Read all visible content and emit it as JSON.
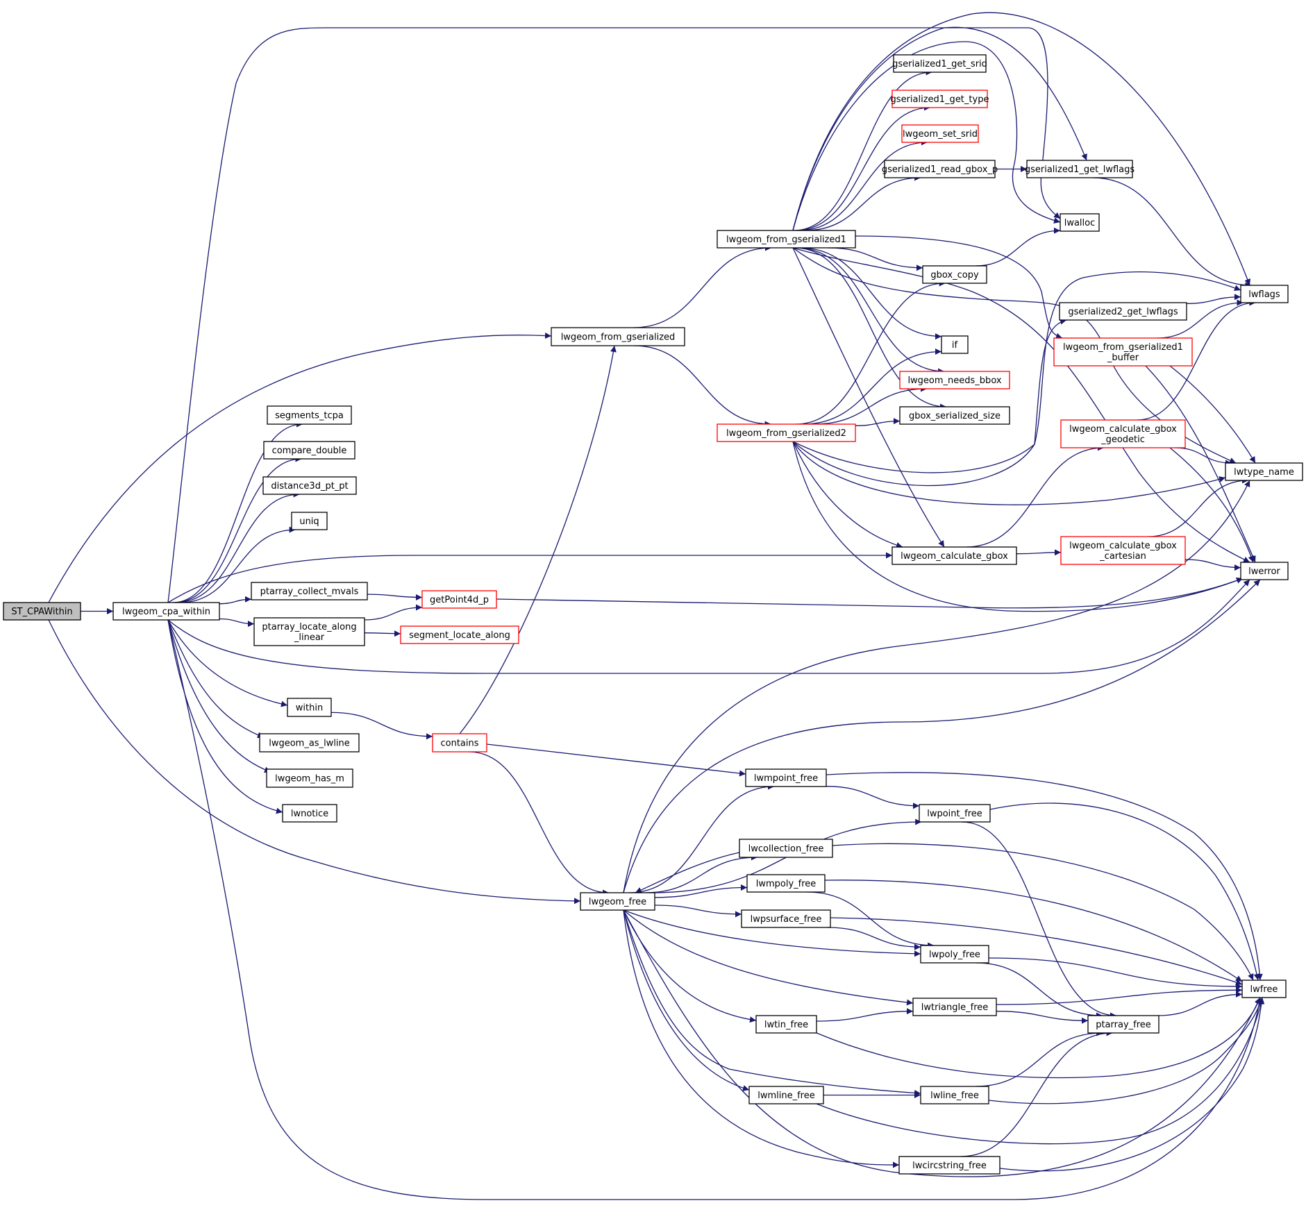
{
  "diagram": {
    "title": "Call graph of ST_CPAWithin",
    "colors": {
      "edge": "#191970",
      "node_border": "#000000",
      "node_border_incomplete": "#ff0000",
      "root_fill": "#bfbfbf",
      "node_fill": "#ffffff"
    },
    "nodes": [
      {
        "id": "ST_CPAWithin",
        "label": [
          "ST_CPAWithin"
        ],
        "style": "root"
      },
      {
        "id": "lwgeom_cpa_within",
        "label": [
          "lwgeom_cpa_within"
        ],
        "style": "normal"
      },
      {
        "id": "lwgeom_from_gserialized",
        "label": [
          "lwgeom_from_gserialized"
        ],
        "style": "normal"
      },
      {
        "id": "segments_tcpa",
        "label": [
          "segments_tcpa"
        ],
        "style": "normal"
      },
      {
        "id": "compare_double",
        "label": [
          "compare_double"
        ],
        "style": "normal"
      },
      {
        "id": "distance3d_pt_pt",
        "label": [
          "distance3d_pt_pt"
        ],
        "style": "normal"
      },
      {
        "id": "uniq",
        "label": [
          "uniq"
        ],
        "style": "normal"
      },
      {
        "id": "ptarray_collect_mvals",
        "label": [
          "ptarray_collect_mvals"
        ],
        "style": "normal"
      },
      {
        "id": "ptarray_locate_along_linear",
        "label": [
          "ptarray_locate_along",
          "_linear"
        ],
        "style": "normal"
      },
      {
        "id": "getPoint4d_p",
        "label": [
          "getPoint4d_p"
        ],
        "style": "incomplete"
      },
      {
        "id": "segment_locate_along",
        "label": [
          "segment_locate_along"
        ],
        "style": "incomplete"
      },
      {
        "id": "within",
        "label": [
          "within"
        ],
        "style": "normal"
      },
      {
        "id": "contains",
        "label": [
          "contains"
        ],
        "style": "incomplete"
      },
      {
        "id": "lwgeom_as_lwline",
        "label": [
          "lwgeom_as_lwline"
        ],
        "style": "normal"
      },
      {
        "id": "lwgeom_has_m",
        "label": [
          "lwgeom_has_m"
        ],
        "style": "normal"
      },
      {
        "id": "lwnotice",
        "label": [
          "lwnotice"
        ],
        "style": "normal"
      },
      {
        "id": "lwgeom_from_gserialized1",
        "label": [
          "lwgeom_from_gserialized1"
        ],
        "style": "normal"
      },
      {
        "id": "lwgeom_from_gserialized2",
        "label": [
          "lwgeom_from_gserialized2"
        ],
        "style": "incomplete"
      },
      {
        "id": "gserialized1_get_srid",
        "label": [
          "gserialized1_get_srid"
        ],
        "style": "normal"
      },
      {
        "id": "gserialized1_get_type",
        "label": [
          "gserialized1_get_type"
        ],
        "style": "incomplete"
      },
      {
        "id": "lwgeom_set_srid",
        "label": [
          "lwgeom_set_srid"
        ],
        "style": "incomplete"
      },
      {
        "id": "gserialized1_read_gbox_p",
        "label": [
          "gserialized1_read_gbox_p"
        ],
        "style": "normal"
      },
      {
        "id": "gserialized1_get_lwflags",
        "label": [
          "gserialized1_get_lwflags"
        ],
        "style": "normal"
      },
      {
        "id": "lwalloc",
        "label": [
          "lwalloc"
        ],
        "style": "normal"
      },
      {
        "id": "gbox_copy",
        "label": [
          "gbox_copy"
        ],
        "style": "normal"
      },
      {
        "id": "if",
        "label": [
          "if"
        ],
        "style": "normal"
      },
      {
        "id": "lwgeom_needs_bbox",
        "label": [
          "lwgeom_needs_bbox"
        ],
        "style": "incomplete"
      },
      {
        "id": "gbox_serialized_size",
        "label": [
          "gbox_serialized_size"
        ],
        "style": "normal"
      },
      {
        "id": "lwgeom_calculate_gbox",
        "label": [
          "lwgeom_calculate_gbox"
        ],
        "style": "normal"
      },
      {
        "id": "lwflags",
        "label": [
          "lwflags"
        ],
        "style": "normal"
      },
      {
        "id": "gserialized2_get_lwflags",
        "label": [
          "gserialized2_get_lwflags"
        ],
        "style": "normal"
      },
      {
        "id": "lwgeom_from_gserialized1_buffer",
        "label": [
          "lwgeom_from_gserialized1",
          "_buffer"
        ],
        "style": "incomplete"
      },
      {
        "id": "lwgeom_calculate_gbox_geodetic",
        "label": [
          "lwgeom_calculate_gbox",
          "_geodetic"
        ],
        "style": "incomplete"
      },
      {
        "id": "lwgeom_calculate_gbox_cartesian",
        "label": [
          "lwgeom_calculate_gbox",
          "_cartesian"
        ],
        "style": "incomplete"
      },
      {
        "id": "lwtype_name",
        "label": [
          "lwtype_name"
        ],
        "style": "normal"
      },
      {
        "id": "lwerror",
        "label": [
          "lwerror"
        ],
        "style": "normal"
      },
      {
        "id": "lwgeom_free",
        "label": [
          "lwgeom_free"
        ],
        "style": "normal"
      },
      {
        "id": "lwmpoint_free",
        "label": [
          "lwmpoint_free"
        ],
        "style": "normal"
      },
      {
        "id": "lwpoint_free",
        "label": [
          "lwpoint_free"
        ],
        "style": "normal"
      },
      {
        "id": "lwcollection_free",
        "label": [
          "lwcollection_free"
        ],
        "style": "normal"
      },
      {
        "id": "lwmpoly_free",
        "label": [
          "lwmpoly_free"
        ],
        "style": "normal"
      },
      {
        "id": "lwpsurface_free",
        "label": [
          "lwpsurface_free"
        ],
        "style": "normal"
      },
      {
        "id": "lwpoly_free",
        "label": [
          "lwpoly_free"
        ],
        "style": "normal"
      },
      {
        "id": "lwtriangle_free",
        "label": [
          "lwtriangle_free"
        ],
        "style": "normal"
      },
      {
        "id": "lwtin_free",
        "label": [
          "lwtin_free"
        ],
        "style": "normal"
      },
      {
        "id": "ptarray_free",
        "label": [
          "ptarray_free"
        ],
        "style": "normal"
      },
      {
        "id": "lwmline_free",
        "label": [
          "lwmline_free"
        ],
        "style": "normal"
      },
      {
        "id": "lwline_free",
        "label": [
          "lwline_free"
        ],
        "style": "normal"
      },
      {
        "id": "lwcircstring_free",
        "label": [
          "lwcircstring_free"
        ],
        "style": "normal"
      },
      {
        "id": "lwfree",
        "label": [
          "lwfree"
        ],
        "style": "normal"
      }
    ],
    "edges": [
      [
        "ST_CPAWithin",
        "lwgeom_cpa_within"
      ],
      [
        "ST_CPAWithin",
        "lwgeom_from_gserialized"
      ],
      [
        "ST_CPAWithin",
        "lwgeom_free"
      ],
      [
        "lwgeom_cpa_within",
        "segments_tcpa"
      ],
      [
        "lwgeom_cpa_within",
        "compare_double"
      ],
      [
        "lwgeom_cpa_within",
        "distance3d_pt_pt"
      ],
      [
        "lwgeom_cpa_within",
        "uniq"
      ],
      [
        "lwgeom_cpa_within",
        "lwgeom_calculate_gbox"
      ],
      [
        "lwgeom_cpa_within",
        "ptarray_collect_mvals"
      ],
      [
        "lwgeom_cpa_within",
        "ptarray_locate_along_linear"
      ],
      [
        "lwgeom_cpa_within",
        "lwerror"
      ],
      [
        "lwgeom_cpa_within",
        "within"
      ],
      [
        "lwgeom_cpa_within",
        "lwgeom_as_lwline"
      ],
      [
        "lwgeom_cpa_within",
        "lwgeom_has_m"
      ],
      [
        "lwgeom_cpa_within",
        "lwnotice"
      ],
      [
        "lwgeom_cpa_within",
        "lwalloc"
      ],
      [
        "lwgeom_cpa_within",
        "lwfree"
      ],
      [
        "lwgeom_from_gserialized",
        "lwgeom_from_gserialized1"
      ],
      [
        "lwgeom_from_gserialized",
        "lwgeom_from_gserialized2"
      ],
      [
        "lwgeom_from_gserialized1",
        "gserialized1_get_srid"
      ],
      [
        "lwgeom_from_gserialized1",
        "gserialized1_get_type"
      ],
      [
        "lwgeom_from_gserialized1",
        "lwgeom_set_srid"
      ],
      [
        "lwgeom_from_gserialized1",
        "gserialized1_read_gbox_p"
      ],
      [
        "lwgeom_from_gserialized1",
        "gserialized1_get_lwflags"
      ],
      [
        "lwgeom_from_gserialized1",
        "lwflags"
      ],
      [
        "lwgeom_from_gserialized1",
        "lwalloc"
      ],
      [
        "lwgeom_from_gserialized1",
        "gbox_copy"
      ],
      [
        "lwgeom_from_gserialized1",
        "if"
      ],
      [
        "lwgeom_from_gserialized1",
        "lwgeom_needs_bbox"
      ],
      [
        "lwgeom_from_gserialized1",
        "gbox_serialized_size"
      ],
      [
        "lwgeom_from_gserialized1",
        "lwgeom_calculate_gbox"
      ],
      [
        "lwgeom_from_gserialized1",
        "lwgeom_from_gserialized1_buffer"
      ],
      [
        "lwgeom_from_gserialized1",
        "lwtype_name"
      ],
      [
        "lwgeom_from_gserialized1",
        "lwerror"
      ],
      [
        "gserialized1_read_gbox_p",
        "gserialized1_get_lwflags"
      ],
      [
        "gserialized1_get_lwflags",
        "lwflags"
      ],
      [
        "gbox_copy",
        "lwalloc"
      ],
      [
        "lwgeom_from_gserialized2",
        "gbox_copy"
      ],
      [
        "lwgeom_from_gserialized2",
        "if"
      ],
      [
        "lwgeom_from_gserialized2",
        "lwgeom_needs_bbox"
      ],
      [
        "lwgeom_from_gserialized2",
        "gbox_serialized_size"
      ],
      [
        "lwgeom_from_gserialized2",
        "lwflags"
      ],
      [
        "lwgeom_from_gserialized2",
        "gserialized2_get_lwflags"
      ],
      [
        "lwgeom_from_gserialized2",
        "lwtype_name"
      ],
      [
        "lwgeom_from_gserialized2",
        "lwgeom_calculate_gbox"
      ],
      [
        "lwgeom_from_gserialized2",
        "lwerror"
      ],
      [
        "gserialized2_get_lwflags",
        "lwflags"
      ],
      [
        "lwgeom_from_gserialized1_buffer",
        "lwflags"
      ],
      [
        "lwgeom_from_gserialized1_buffer",
        "lwtype_name"
      ],
      [
        "lwgeom_from_gserialized1_buffer",
        "lwerror"
      ],
      [
        "lwgeom_calculate_gbox",
        "lwgeom_calculate_gbox_geodetic"
      ],
      [
        "lwgeom_calculate_gbox",
        "lwgeom_calculate_gbox_cartesian"
      ],
      [
        "lwgeom_calculate_gbox_geodetic",
        "lwflags"
      ],
      [
        "lwgeom_calculate_gbox_geodetic",
        "lwtype_name"
      ],
      [
        "lwgeom_calculate_gbox_geodetic",
        "lwerror"
      ],
      [
        "lwgeom_calculate_gbox_cartesian",
        "lwtype_name"
      ],
      [
        "lwgeom_calculate_gbox_cartesian",
        "lwerror"
      ],
      [
        "ptarray_collect_mvals",
        "getPoint4d_p"
      ],
      [
        "ptarray_locate_along_linear",
        "getPoint4d_p"
      ],
      [
        "ptarray_locate_along_linear",
        "segment_locate_along"
      ],
      [
        "getPoint4d_p",
        "lwerror"
      ],
      [
        "within",
        "contains"
      ],
      [
        "contains",
        "lwgeom_from_gserialized"
      ],
      [
        "contains",
        "lwmpoint_free"
      ],
      [
        "contains",
        "lwgeom_free"
      ],
      [
        "lwgeom_free",
        "lwtype_name"
      ],
      [
        "lwgeom_free",
        "lwerror"
      ],
      [
        "lwgeom_free",
        "lwmpoint_free"
      ],
      [
        "lwgeom_free",
        "lwpoint_free"
      ],
      [
        "lwgeom_free",
        "lwcollection_free"
      ],
      [
        "lwgeom_free",
        "lwmpoly_free"
      ],
      [
        "lwgeom_free",
        "lwpsurface_free"
      ],
      [
        "lwgeom_free",
        "lwpoly_free"
      ],
      [
        "lwgeom_free",
        "lwtriangle_free"
      ],
      [
        "lwgeom_free",
        "lwtin_free"
      ],
      [
        "lwgeom_free",
        "lwline_free"
      ],
      [
        "lwgeom_free",
        "lwmline_free"
      ],
      [
        "lwgeom_free",
        "lwcircstring_free"
      ],
      [
        "lwgeom_free",
        "lwfree"
      ],
      [
        "lwcollection_free",
        "lwgeom_free"
      ],
      [
        "lwcollection_free",
        "lwfree"
      ],
      [
        "lwmpoint_free",
        "lwpoint_free"
      ],
      [
        "lwmpoint_free",
        "lwfree"
      ],
      [
        "lwpoint_free",
        "ptarray_free"
      ],
      [
        "lwpoint_free",
        "lwfree"
      ],
      [
        "lwmpoly_free",
        "lwpoly_free"
      ],
      [
        "lwmpoly_free",
        "lwfree"
      ],
      [
        "lwpsurface_free",
        "lwpoly_free"
      ],
      [
        "lwpsurface_free",
        "lwfree"
      ],
      [
        "lwpoly_free",
        "ptarray_free"
      ],
      [
        "lwpoly_free",
        "lwfree"
      ],
      [
        "lwtriangle_free",
        "ptarray_free"
      ],
      [
        "lwtriangle_free",
        "lwfree"
      ],
      [
        "lwtin_free",
        "lwtriangle_free"
      ],
      [
        "lwtin_free",
        "lwfree"
      ],
      [
        "lwmline_free",
        "lwline_free"
      ],
      [
        "lwmline_free",
        "lwfree"
      ],
      [
        "lwline_free",
        "ptarray_free"
      ],
      [
        "lwline_free",
        "lwfree"
      ],
      [
        "lwcircstring_free",
        "ptarray_free"
      ],
      [
        "lwcircstring_free",
        "lwfree"
      ],
      [
        "ptarray_free",
        "lwfree"
      ]
    ]
  }
}
